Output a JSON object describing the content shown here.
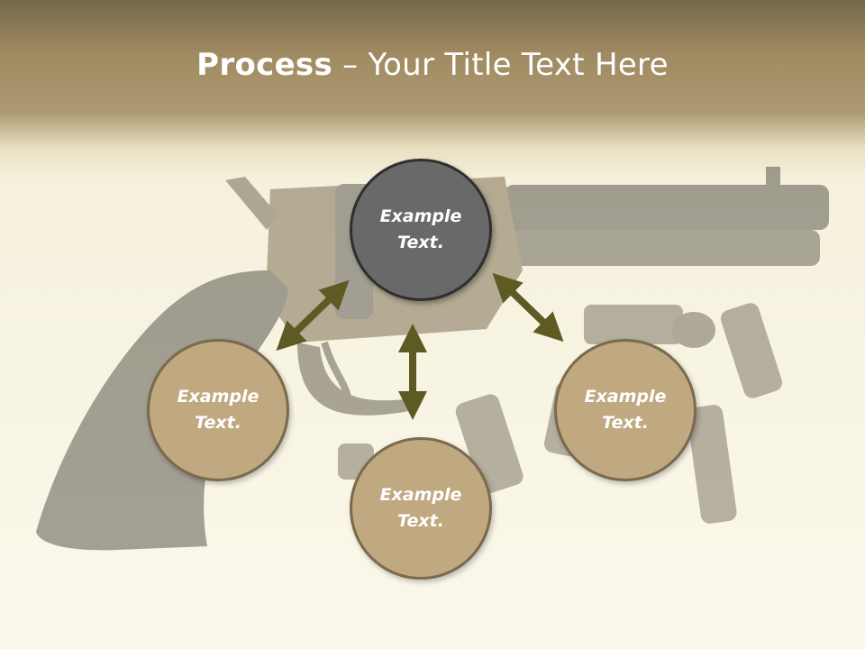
{
  "title": {
    "bold": "Process",
    "rest": " – Your Title Text Here"
  },
  "nodes": {
    "top": {
      "line1": "Example",
      "line2": "Text."
    },
    "left": {
      "line1": "Example",
      "line2": "Text."
    },
    "bottom": {
      "line1": "Example",
      "line2": "Text."
    },
    "right": {
      "line1": "Example",
      "line2": "Text."
    }
  },
  "colors": {
    "header_band": "#a08a62",
    "center_node": "#696969",
    "outer_node": "#c0a880",
    "arrow": "#5e5a24"
  },
  "icons": [
    "revolver-photo",
    "double-arrow-icon"
  ]
}
